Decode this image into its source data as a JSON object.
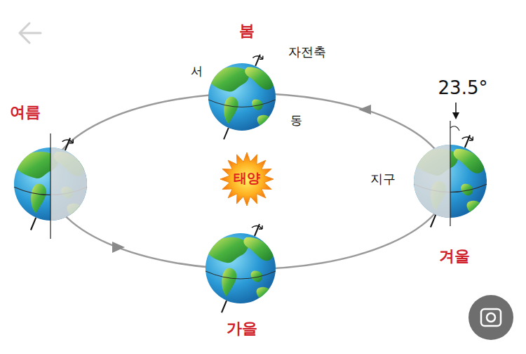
{
  "diagram": {
    "nodes": [
      {
        "text": [
          "태양"
        ]
      }
    ],
    "labels": [
      "봄",
      "자전축",
      "서",
      "동",
      "23.5°",
      "여름",
      "지구",
      "가을",
      "겨울"
    ]
  }
}
